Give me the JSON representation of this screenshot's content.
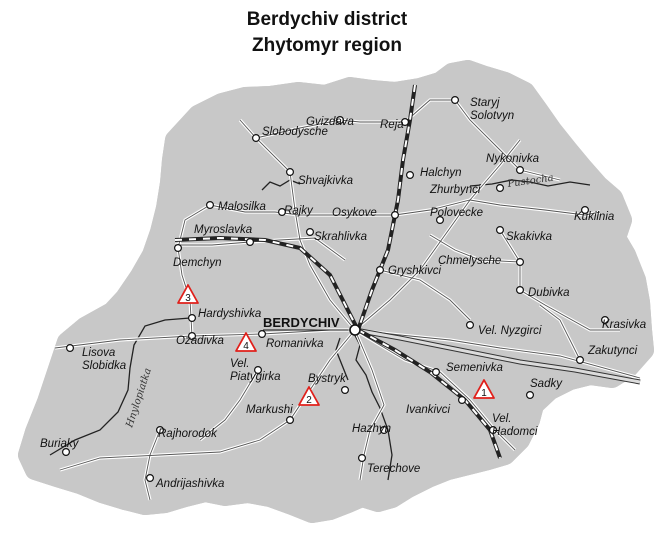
{
  "title": {
    "line1": "Berdychiv district",
    "line2": "Zhytomyr region"
  },
  "colors": {
    "land": "#efefef",
    "halo": "#c8c8c8",
    "marker": "#e0201b",
    "text": "#111111"
  },
  "marker_icon": "warning-triangle-icon",
  "settlement_icon": "settlement-circle-icon",
  "city": {
    "name": "BERDYCHIV"
  },
  "settlements": [
    "Staryj Solotvyn",
    "Gvizdava",
    "Reja",
    "Slobodysche",
    "Halchyn",
    "Nykonivka",
    "Zhurbynci",
    "Shvajkivka",
    "Kukilnia",
    "Malosilka",
    "Rajky",
    "Osykove",
    "Polovecke",
    "Skakivka",
    "Myroslavka",
    "Skrahlivka",
    "Chmelysche",
    "Demchyn",
    "Gryshkivci",
    "Dubivka",
    "Hardyshivka",
    "Krasivka",
    "Ozadivka",
    "Romanivka",
    "Vel. Nyzgirci",
    "Lisova Slobidka",
    "Zakutynci",
    "Vel. Piatygirka",
    "Semenivka",
    "Bystryk",
    "Sadky",
    "Markushi",
    "Ivankivci",
    "Vel. Hadomci",
    "Rajhorodok",
    "Hazhyn",
    "Buriaky",
    "Terechove",
    "Andrijashivka"
  ],
  "rivers": [
    "Pustocha",
    "Hnylopiatka"
  ],
  "markers": [
    {
      "label": "1"
    },
    {
      "label": "2"
    },
    {
      "label": "3"
    },
    {
      "label": "4"
    }
  ]
}
